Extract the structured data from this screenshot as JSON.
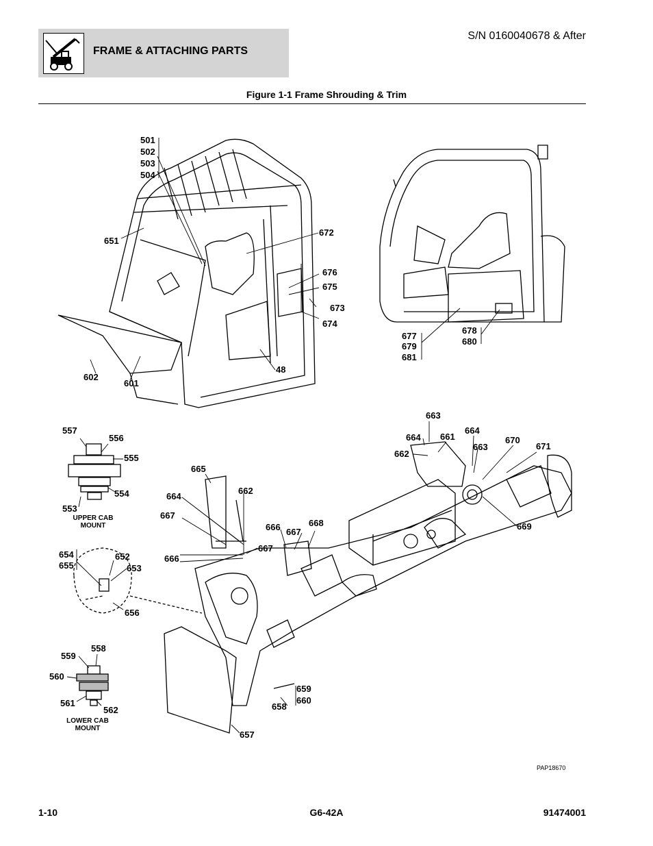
{
  "header": {
    "section_title": "FRAME & ATTACHING PARTS",
    "serial": "S/N 0160040678 & After",
    "figure_title": "Figure 1-1 Frame Shrouding & Trim"
  },
  "callouts": {
    "c501": "501",
    "c502": "502",
    "c503": "503",
    "c504": "504",
    "c651": "651",
    "c672": "672",
    "c676": "676",
    "c675": "675",
    "c673": "673",
    "c674": "674",
    "c48": "48",
    "c602": "602",
    "c601": "601",
    "c677": "677",
    "c679": "679",
    "c681": "681",
    "c678": "678",
    "c680": "680",
    "c557": "557",
    "c556": "556",
    "c555": "555",
    "c554": "554",
    "c553": "553",
    "c654": "654",
    "c655": "655",
    "c652": "652",
    "c653": "653",
    "c656": "656",
    "c558": "558",
    "c559": "559",
    "c560": "560",
    "c561": "561",
    "c562": "562",
    "c663a": "663",
    "c664a": "664",
    "c661": "661",
    "c664b": "664",
    "c663b": "663",
    "c662a": "662",
    "c670": "670",
    "c671": "671",
    "c669": "669",
    "c665": "665",
    "c662b": "662",
    "c664c": "664",
    "c667a": "667",
    "c666a": "666",
    "c667b": "667",
    "c668": "668",
    "c667c": "667",
    "c666b": "666",
    "c659": "659",
    "c660": "660",
    "c658": "658",
    "c657": "657"
  },
  "captions": {
    "upper_1": "UPPER CAB",
    "upper_2": "MOUNT",
    "lower_1": "LOWER CAB",
    "lower_2": "MOUNT"
  },
  "drawing_ref": "PAP18670",
  "footer": {
    "page": "1-10",
    "model": "G6-42A",
    "doc_number": "91474001"
  }
}
